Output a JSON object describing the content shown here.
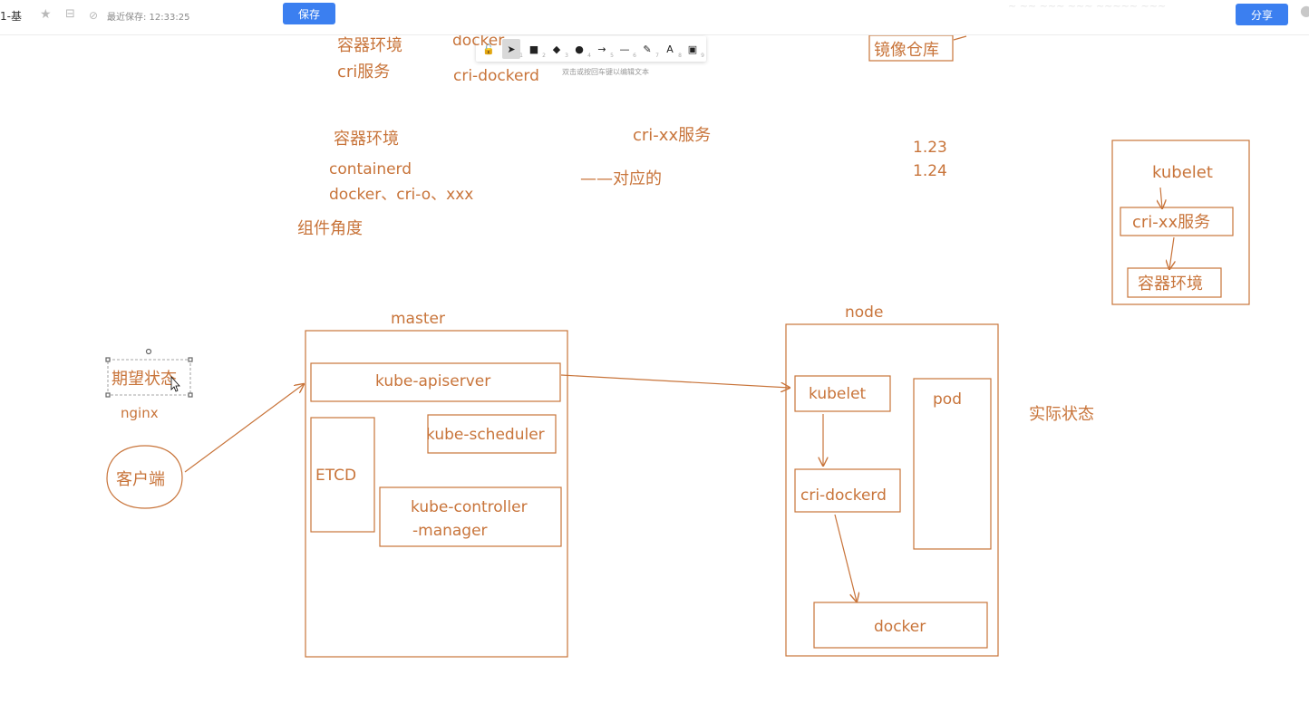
{
  "header": {
    "doc_title": "1-基",
    "save_status": "最近保存: 12:33:25",
    "save_label": "保存",
    "share_label": "分享"
  },
  "toolbar": {
    "tools": [
      {
        "name": "unlock",
        "glyph": "🔓",
        "key": ""
      },
      {
        "name": "select",
        "glyph": "➤",
        "key": "1"
      },
      {
        "name": "rectangle",
        "glyph": "■",
        "key": "2"
      },
      {
        "name": "diamond",
        "glyph": "◆",
        "key": "3"
      },
      {
        "name": "ellipse",
        "glyph": "●",
        "key": "4"
      },
      {
        "name": "arrow",
        "glyph": "→",
        "key": "5"
      },
      {
        "name": "line",
        "glyph": "—",
        "key": "6"
      },
      {
        "name": "pencil",
        "glyph": "✎",
        "key": "7"
      },
      {
        "name": "text",
        "glyph": "A",
        "key": "8"
      },
      {
        "name": "image",
        "glyph": "▣",
        "key": "9"
      }
    ],
    "hint": "双击或按回车键以编辑文本"
  },
  "colors": {
    "ink": "#c8743a",
    "accent": "#3b7ff0"
  },
  "canvas": {
    "notes": {
      "container_env_top": "容器环境",
      "docker_top": "docker",
      "cri_service": "cri服务",
      "cri_dockerd_top": "cri-dockerd",
      "mirror_repo": "镜像仓库",
      "container_env_2": "容器环境",
      "cri_xx_service": "cri-xx服务",
      "version_123": "1.23",
      "version_124": "1.24",
      "containerd": "containerd",
      "runtimes": "docker、cri-o、xxx",
      "corresponding": "——对应的",
      "component_view": "组件角度",
      "desired_state": "期望状态",
      "nginx": "nginx",
      "client": "客户端",
      "actual_state": "实际状态"
    },
    "side_box": {
      "kubelet": "kubelet",
      "cri_xx": "cri-xx服务",
      "container_env": "容器环境"
    },
    "master": {
      "label": "master",
      "apiserver": "kube-apiserver",
      "etcd": "ETCD",
      "scheduler": "kube-scheduler",
      "controller_1": "kube-controller",
      "controller_2": "-manager"
    },
    "node": {
      "label": "node",
      "kubelet": "kubelet",
      "cri_dockerd": "cri-dockerd",
      "pod": "pod",
      "docker": "docker"
    }
  }
}
